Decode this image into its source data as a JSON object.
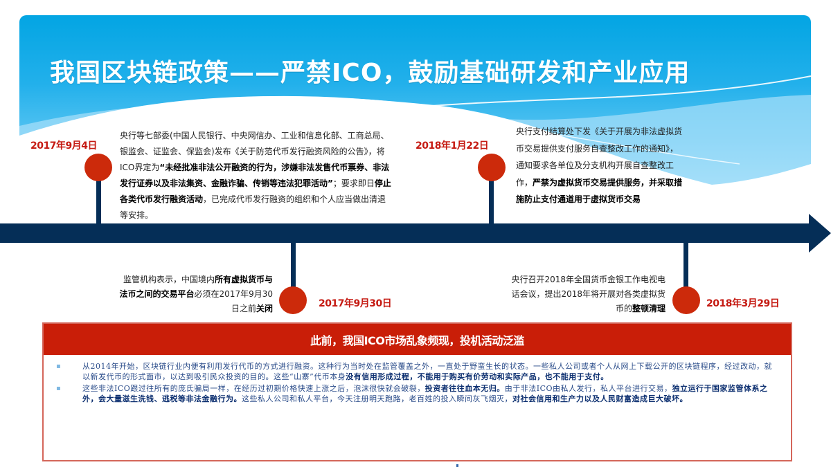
{
  "title": "我国区块链政策——严禁ICO，鼓励基础研发和产业应用",
  "colors": {
    "banner_top": "#03a5e3",
    "banner_bottom": "#c2ebfb",
    "timeline": "#052e57",
    "dot": "#cc2a0b",
    "date_text": "#c51a12",
    "panel_header": "#c91e08",
    "panel_border": "#d4665a",
    "body_text": "#294b89"
  },
  "timeline": {
    "events": [
      {
        "date": "2017年9月4日",
        "position": "above",
        "text_parts": [
          {
            "t": "央行等七部委(中国人民银行、中央网信办、工业和信息化部、工商总局、银监会、证监会、保监会)发布《关于防范代币发行融资风险的公告》，将ICO界定为",
            "bold": false
          },
          {
            "t": "“未经批准非法公开融资的行为，涉嫌非法发售代币票券、非法发行证券以及非法集资、金融诈骗、传销等违法犯罪活动”",
            "bold": true
          },
          {
            "t": "；要求即日",
            "bold": false
          },
          {
            "t": "停止各类代币发行融资活动",
            "bold": true
          },
          {
            "t": "，已完成代币发行融资的组织和个人应当做出清退等安排。",
            "bold": false
          }
        ]
      },
      {
        "date": "2017年9月30日",
        "position": "below",
        "text_parts": [
          {
            "t": "监管机构表示，中国境内",
            "bold": false
          },
          {
            "t": "所有虚拟货币与法币之间的交易平台",
            "bold": true
          },
          {
            "t": "必须在2017年9月30日之前",
            "bold": false
          },
          {
            "t": "关闭",
            "bold": true
          }
        ]
      },
      {
        "date": "2018年1月22日",
        "position": "above",
        "text_parts": [
          {
            "t": "央行支付结算处下发《关于开展为非法虚拟货币交易提供支付服务自查整改工作的通知》，通知要求各单位及分支机构开展自查整改工作，",
            "bold": false
          },
          {
            "t": "严禁为虚拟货币交易提供服务，并采取措施防止支付通道用于虚拟货币交易",
            "bold": true
          }
        ]
      },
      {
        "date": "2018年3月29日",
        "position": "below",
        "text_parts": [
          {
            "t": "央行召开2018年全国货币金银工作电视电话会议，提出2018年将开展对各类虚拟货币的",
            "bold": false
          },
          {
            "t": "整顿清理",
            "bold": true
          }
        ]
      }
    ]
  },
  "panel": {
    "header": "此前，我国ICO市场乱象频现，投机活动泛滥",
    "bullets": [
      {
        "icon": "bullet-icon",
        "parts": [
          {
            "t": "从2014年开始，区块链行业内便有利用发行代币的方式进行融资。这种行为当时处在监管覆盖之外，一直处于野蛮生长的状态。一些私人公司或者个人从网上下载公开的区块链程序，经过改动，就以新发代币的形式面市，以达到吸引民众投资的目的。这些“山寨”代币本身",
            "bold": false
          },
          {
            "t": "没有信用形成过程，不能用于购买有价劳动和实际产品，也不能用于支付。",
            "bold": true
          }
        ]
      },
      {
        "icon": "bullet-icon",
        "parts": [
          {
            "t": "这些非法ICO跟过往所有的庞氏骗局一样，在经历过初期价格快速上涨之后，泡沫很快就会破裂，",
            "bold": false
          },
          {
            "t": "投资者往往血本无归。",
            "bold": true
          },
          {
            "t": "由于非法ICO由私人发行，私人平台进行交易，",
            "bold": false
          },
          {
            "t": "独立运行于国家监管体系之外，会大量滋生洗钱、逃税等非法金融行为。",
            "bold": true
          },
          {
            "t": "这些私人公司和私人平台，今天注册明天跑路，老百姓的投入瞬间灰飞烟灭，",
            "bold": false
          },
          {
            "t": "对社会信用和生产力以及人民财富造成巨大破坏。",
            "bold": true
          }
        ]
      }
    ]
  }
}
